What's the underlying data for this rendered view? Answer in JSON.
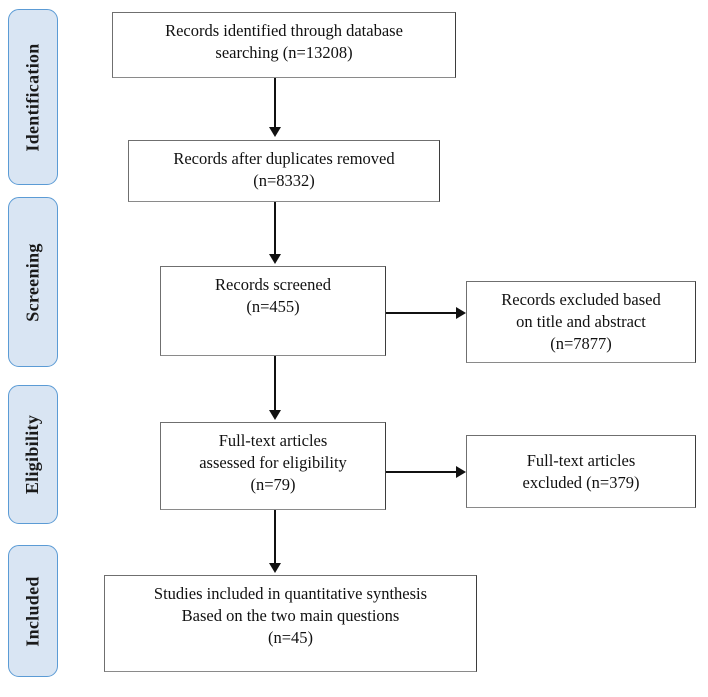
{
  "diagram": {
    "type": "prisma-flow-diagram",
    "colors": {
      "stage_fill": "#d9e5f3",
      "stage_border": "#5b9bd5",
      "box_border": "#6f6f6f",
      "text": "#111111",
      "connector": "#111111",
      "background": "#ffffff"
    },
    "stages": [
      {
        "label": "Identification"
      },
      {
        "label": "Screening"
      },
      {
        "label": "Eligibility"
      },
      {
        "label": "Included"
      }
    ],
    "boxes": [
      {
        "id": "records-identified",
        "text": "Records identified through database\nsearching (n=13208)",
        "n": 13208
      },
      {
        "id": "duplicates-removed",
        "text": "Records after duplicates removed\n(n=8332)",
        "n": 8332
      },
      {
        "id": "records-screened",
        "text": "Records screened\n(n=455)",
        "n": 455
      },
      {
        "id": "records-excluded",
        "text": "Records excluded based\non title and abstract\n(n=7877)",
        "n": 7877
      },
      {
        "id": "fulltext-assessed",
        "text": "Full-text articles\nassessed for eligibility\n(n=79)",
        "n": 79
      },
      {
        "id": "fulltext-excluded",
        "text": "Full-text articles\nexcluded (n=379)",
        "n": 379
      },
      {
        "id": "studies-included",
        "text": "Studies included in quantitative synthesis\nBased on the two main questions\n(n=45)",
        "n": 45
      }
    ]
  }
}
